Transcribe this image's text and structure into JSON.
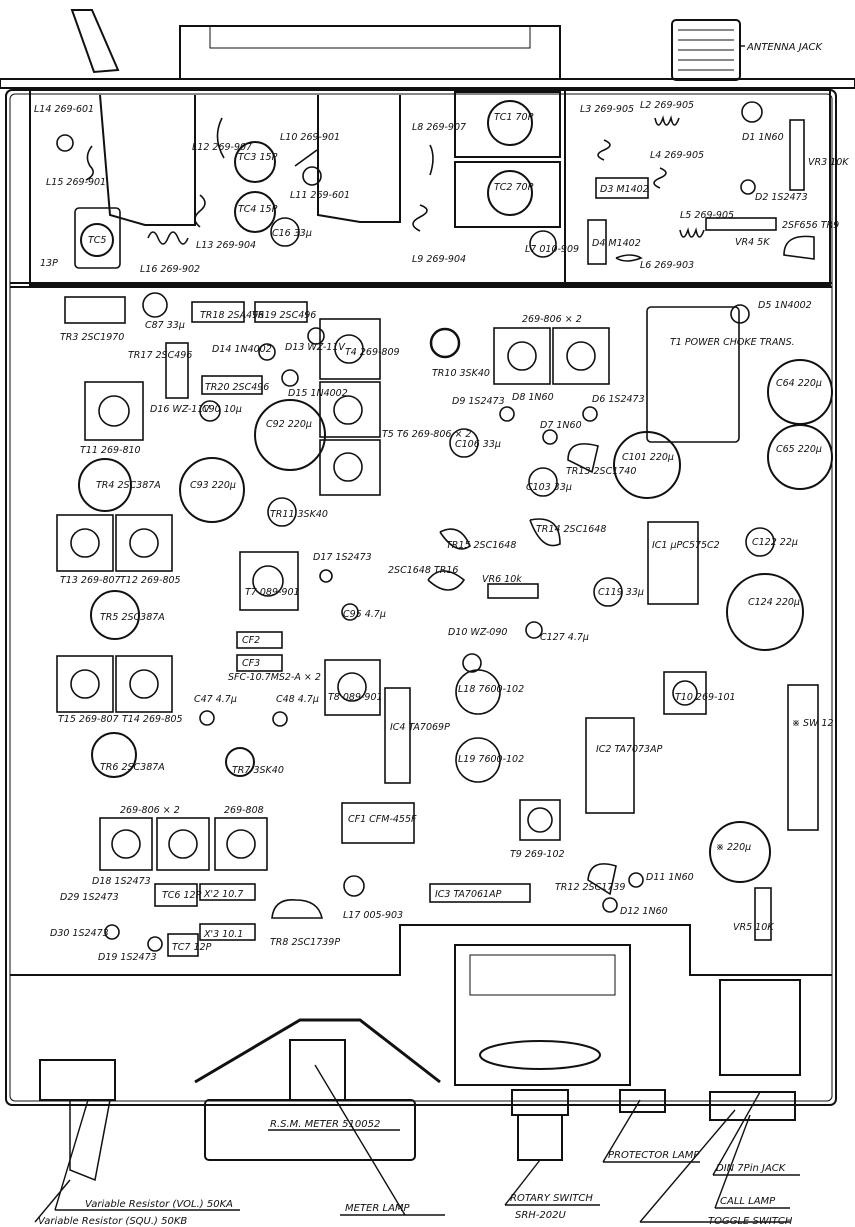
{
  "components": [
    {
      "id": "l14",
      "text": "L14 269-601"
    },
    {
      "id": "l15",
      "text": "L15 269-901"
    },
    {
      "id": "tc5",
      "text": "TC5"
    },
    {
      "id": "13p",
      "text": "13P"
    },
    {
      "id": "l16",
      "text": "L16 269-902"
    },
    {
      "id": "l12",
      "text": "L12 269-907"
    },
    {
      "id": "tc3",
      "text": "TC3 15P"
    },
    {
      "id": "l10",
      "text": "L10 269-901"
    },
    {
      "id": "l11",
      "text": "L11 269-601"
    },
    {
      "id": "tc4",
      "text": "TC4 15P"
    },
    {
      "id": "l13",
      "text": "L13 269-904"
    },
    {
      "id": "c16",
      "text": "C16 33μ"
    },
    {
      "id": "l8",
      "text": "L8 269-907"
    },
    {
      "id": "l9",
      "text": "L9 269-904"
    },
    {
      "id": "tc1",
      "text": "TC1 70P"
    },
    {
      "id": "tc2",
      "text": "TC2 70P"
    },
    {
      "id": "l7",
      "text": "L7 010-909"
    },
    {
      "id": "l3",
      "text": "L3 269-905"
    },
    {
      "id": "l2",
      "text": "L2 269-905"
    },
    {
      "id": "l4",
      "text": "L4 269-905"
    },
    {
      "id": "d1",
      "text": "D1 1N60"
    },
    {
      "id": "vr3",
      "text": "VR3 10K"
    },
    {
      "id": "d3",
      "text": "D3 M1402"
    },
    {
      "id": "d2",
      "text": "D2 1S2473"
    },
    {
      "id": "d4",
      "text": "D4 M1402"
    },
    {
      "id": "l5",
      "text": "L5 269-905"
    },
    {
      "id": "vr4",
      "text": "VR4 5K"
    },
    {
      "id": "tr9",
      "text": "2SF656 TR9"
    },
    {
      "id": "l6",
      "text": "L6 269-903"
    },
    {
      "id": "tr3",
      "text": "TR3 2SC1970"
    },
    {
      "id": "c87",
      "text": "C87 33μ"
    },
    {
      "id": "tr18",
      "text": "TR18 2SA496"
    },
    {
      "id": "tr19",
      "text": "TR19 2SC496"
    },
    {
      "id": "d5",
      "text": "D5 1N4002"
    },
    {
      "id": "tr17",
      "text": "TR17 2SC496"
    },
    {
      "id": "d14",
      "text": "D14 1N4002"
    },
    {
      "id": "d13",
      "text": "D13 WZ-11V"
    },
    {
      "id": "t4",
      "text": "T4 269-809"
    },
    {
      "id": "tr10",
      "text": "TR10 3SK40"
    },
    {
      "id": "t3t2",
      "text": "269-806 × 2"
    },
    {
      "id": "t1",
      "text": "T1 POWER CHOKE TRANS."
    },
    {
      "id": "tr20",
      "text": "TR20 2SC496"
    },
    {
      "id": "d15",
      "text": "D15 1N4002"
    },
    {
      "id": "d16",
      "text": "D16 WZ-11V"
    },
    {
      "id": "c90",
      "text": "C90 10μ"
    },
    {
      "id": "t11",
      "text": "T11 269-810"
    },
    {
      "id": "c92",
      "text": "C92 220μ"
    },
    {
      "id": "t5t6",
      "text": "T5 T6 269-806 × 2"
    },
    {
      "id": "d9",
      "text": "D9 1S2473"
    },
    {
      "id": "d8",
      "text": "D8 1N60"
    },
    {
      "id": "d6",
      "text": "D6 1S2473"
    },
    {
      "id": "d7",
      "text": "D7 1N60"
    },
    {
      "id": "c106",
      "text": "C106 33μ"
    },
    {
      "id": "c64",
      "text": "C64 220μ"
    },
    {
      "id": "c65",
      "text": "C65 220μ"
    },
    {
      "id": "c101",
      "text": "C101 220μ"
    },
    {
      "id": "tr4",
      "text": "TR4 2SC387A"
    },
    {
      "id": "c93",
      "text": "C93 220μ"
    },
    {
      "id": "c103",
      "text": "C103 33μ"
    },
    {
      "id": "tr13",
      "text": "TR13 2SC1740"
    },
    {
      "id": "tr11",
      "text": "TR11 3SK40"
    },
    {
      "id": "tr14",
      "text": "TR14 2SC1648"
    },
    {
      "id": "t13",
      "text": "T13 269-807"
    },
    {
      "id": "t12",
      "text": "T12 269-805"
    },
    {
      "id": "tr15",
      "text": "TR15 2SC1648"
    },
    {
      "id": "ic1",
      "text": "IC1 μPC575C2"
    },
    {
      "id": "c122",
      "text": "C122 22μ"
    },
    {
      "id": "d17",
      "text": "D17 1S2473"
    },
    {
      "id": "tr16",
      "text": "2SC1648 TR16"
    },
    {
      "id": "vr6",
      "text": "VR6 10k"
    },
    {
      "id": "t7",
      "text": "T7 089-901"
    },
    {
      "id": "c119",
      "text": "C119 33μ"
    },
    {
      "id": "c124",
      "text": "C124 220μ"
    },
    {
      "id": "tr5",
      "text": "TR5 2SC387A"
    },
    {
      "id": "c95",
      "text": "C95 4.7μ"
    },
    {
      "id": "d10",
      "text": "D10 WZ-090"
    },
    {
      "id": "c127",
      "text": "C127 4.7μ"
    },
    {
      "id": "cf2",
      "text": "CF2"
    },
    {
      "id": "cf3",
      "text": "CF3"
    },
    {
      "id": "sfc",
      "text": "SFC-10.7MS2-A × 2"
    },
    {
      "id": "t15",
      "text": "T15 269-807"
    },
    {
      "id": "t14",
      "text": "T14 269-805"
    },
    {
      "id": "c47",
      "text": "C47 4.7μ"
    },
    {
      "id": "c48",
      "text": "C48 4.7μ"
    },
    {
      "id": "t8",
      "text": "T8 089-901"
    },
    {
      "id": "ic4",
      "text": "IC4 TA7069P"
    },
    {
      "id": "l18",
      "text": "L18 7600-102"
    },
    {
      "id": "t10",
      "text": "T10 269-101"
    },
    {
      "id": "sw12",
      "text": "※ SW 12"
    },
    {
      "id": "tr6",
      "text": "TR6 2SC387A"
    },
    {
      "id": "tr7",
      "text": "TR7 3SK40"
    },
    {
      "id": "l19",
      "text": "L19 7600-102"
    },
    {
      "id": "ic2",
      "text": "IC2 TA7073AP"
    },
    {
      "id": "t16t17",
      "text": "269-806 × 2"
    },
    {
      "id": "t18",
      "text": "269-808"
    },
    {
      "id": "cf1",
      "text": "CF1 CFM-455F"
    },
    {
      "id": "t9",
      "text": "T9 269-102"
    },
    {
      "id": "c220",
      "text": "※ 220μ"
    },
    {
      "id": "d18",
      "text": "D18 1S2473"
    },
    {
      "id": "d29",
      "text": "D29 1S2473"
    },
    {
      "id": "tc6",
      "text": "TC6 12P"
    },
    {
      "id": "x2",
      "text": "X'2 10.7"
    },
    {
      "id": "l17",
      "text": "L17 005-903"
    },
    {
      "id": "ic3",
      "text": "IC3 TA7061AP"
    },
    {
      "id": "tr12",
      "text": "TR12 2SC1739"
    },
    {
      "id": "d11",
      "text": "D11 1N60"
    },
    {
      "id": "d12",
      "text": "D12 1N60"
    },
    {
      "id": "d30",
      "text": "D30 1S2473"
    },
    {
      "id": "tr8",
      "text": "TR8 2SC1739P"
    },
    {
      "id": "x3",
      "text": "X'3 10.1"
    },
    {
      "id": "vr5",
      "text": "VR5 10K"
    },
    {
      "id": "d19",
      "text": "D19 1S2473"
    },
    {
      "id": "tc7",
      "text": "TC7 12P"
    }
  ],
  "callouts": {
    "antenna_jack": "ANTENNA JACK",
    "rsm_meter": "R.S.M. METER 510052",
    "protector_lamp": "PROTECTOR LAMP",
    "din_jack": "DIN 7Pin JACK",
    "call_lamp": "CALL LAMP",
    "vol_resistor": "Variable Resistor (VOL.) 50KA",
    "squ_resistor": "Variable Resistor (SQU.) 50KB",
    "meter_lamp": "METER LAMP",
    "rotary_switch_1": "ROTARY SWITCH",
    "rotary_switch_2": "SRH-202U",
    "toggle_switch": "TOGGLE SWITCH"
  }
}
